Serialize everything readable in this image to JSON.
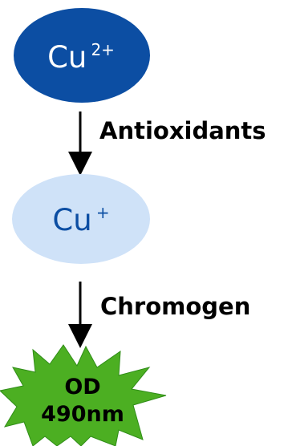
{
  "diagram": {
    "nodes": {
      "cu2": {
        "base": "Cu",
        "charge": "2+",
        "fill": "#0c4ea3",
        "text_color": "#ffffff"
      },
      "cu1": {
        "base": "Cu",
        "charge": "+",
        "fill": "#cfe2f8",
        "text_color": "#0c4ea3"
      },
      "readout": {
        "line1": "OD",
        "line2": "490nm",
        "fill": "#4caf22",
        "text_color": "#000000"
      }
    },
    "steps": {
      "first": {
        "label": "Antioxidants"
      },
      "second": {
        "label": "Chromogen"
      }
    },
    "colors": {
      "arrow": "#000000",
      "starburst_stroke": "#2f8d17"
    }
  }
}
